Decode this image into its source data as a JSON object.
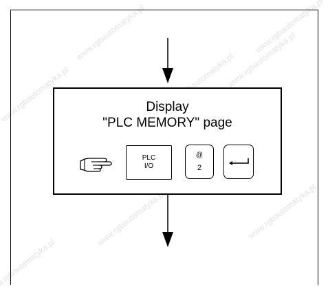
{
  "diagram": {
    "title_line1": "Display",
    "title_line2": "\"PLC MEMORY\" page",
    "keys": {
      "plc_io_line1": "PLC",
      "plc_io_line2": "I/O",
      "at_symbol": "@",
      "at_number": "2"
    },
    "icons": [
      "pointing-hand-icon",
      "enter-key-icon",
      "arrow-down-icon"
    ]
  },
  "watermarks": [
    "www.rgbautomatyka.pl",
    "www.rgbautomatyka.pl",
    "www.rgbautomatyka.pl",
    "www.rgbautomatyka.pl",
    "www.rgbautomatyka.pl",
    "www.rgbautomatyka.pl",
    "www.rgbautomatyka.pl",
    "www.rgbautomatyka.pl"
  ]
}
